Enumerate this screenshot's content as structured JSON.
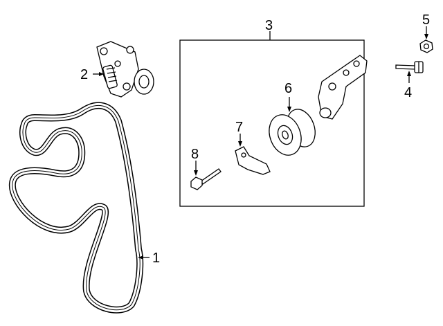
{
  "diagram": {
    "callouts": {
      "belt": "1",
      "tensioner": "2",
      "idler_assembly": "3",
      "bracket_bolt": "4",
      "nut": "5",
      "idler_pulley": "6",
      "cover": "7",
      "bolt": "8"
    },
    "colors": {
      "line": "#000000",
      "background": "#ffffff"
    }
  }
}
